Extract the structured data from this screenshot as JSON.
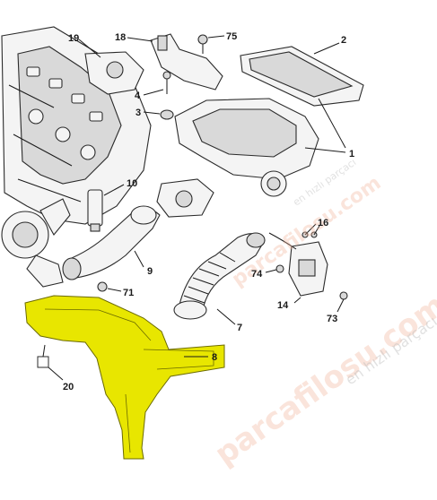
{
  "callouts": {
    "c1": "1",
    "c2": "2",
    "c3": "3",
    "c4": "4",
    "c7": "7",
    "c8": "8",
    "c9": "9",
    "c10": "10",
    "c14": "14",
    "c16": "16",
    "c18": "18",
    "c19": "19",
    "c20": "20",
    "c71": "71",
    "c73": "73",
    "c74": "74",
    "c75": "75"
  },
  "watermark": {
    "brand": "parcafilosu.com",
    "tagline": "en hızlı parçacı"
  },
  "colors": {
    "highlight": "#e8e600",
    "watermark": "#f2b49a",
    "line": "#2b2b2b"
  }
}
